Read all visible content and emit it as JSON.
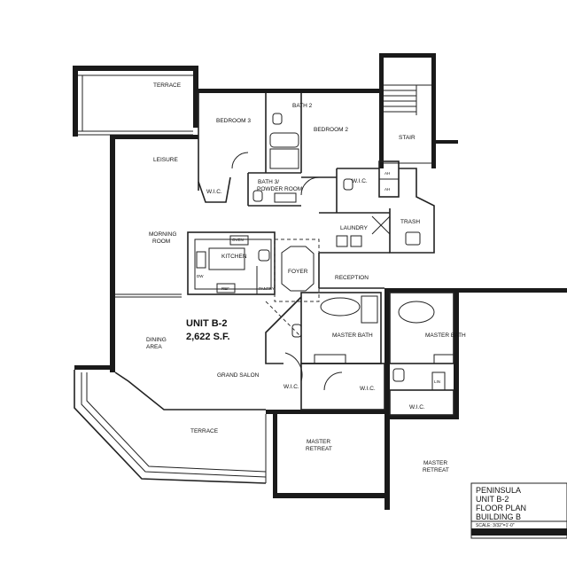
{
  "rooms": {
    "terrace_top": "TERRACE",
    "bedroom3": "BEDROOM 3",
    "bath2": "BATH 2",
    "bedroom2": "BEDROOM 2",
    "stair": "STAIR",
    "leisure": "LEISURE",
    "wic_bed3": "W.I.C.",
    "bath3_line1": "BATH 3/",
    "bath3_line2": "POWDER ROOM",
    "wic_bed2": "W.I.C.",
    "ah1": "AH",
    "ah2": "AH",
    "trash": "TRASH",
    "laundry": "LAUNDRY",
    "morning_room_line1": "MORNING",
    "morning_room_line2": "ROOM",
    "kitchen": "KITCHEN",
    "oven": "OVEN",
    "dw": "DW",
    "ref": "REF",
    "pantry": "PANTRY",
    "foyer": "FOYER",
    "reception": "RECEPTION",
    "dining_line1": "DINING",
    "dining_line2": "AREA",
    "grand_salon": "GRAND SALON",
    "master_bath": "MASTER BATH",
    "master_bath_right": "MASTER BATH",
    "wic_master1": "W.I.C.",
    "wic_master2": "W.I.C.",
    "wic_right": "W.I.C.",
    "lin": "LIN",
    "terrace_bottom": "TERRACE",
    "master_retreat_line1": "MASTER",
    "master_retreat_line2": "RETREAT",
    "master_retreat_right_line1": "MASTER",
    "master_retreat_right_line2": "RETREAT"
  },
  "unit": {
    "name": "UNIT B-2",
    "area": "2,622 S.F."
  },
  "title_block": {
    "line1": "PENINSULA",
    "line2": "UNIT B-2",
    "line3": "FLOOR PLAN",
    "line4": "BUILDING B",
    "scale": "SCALE: 3/32\"=1'-0\""
  }
}
